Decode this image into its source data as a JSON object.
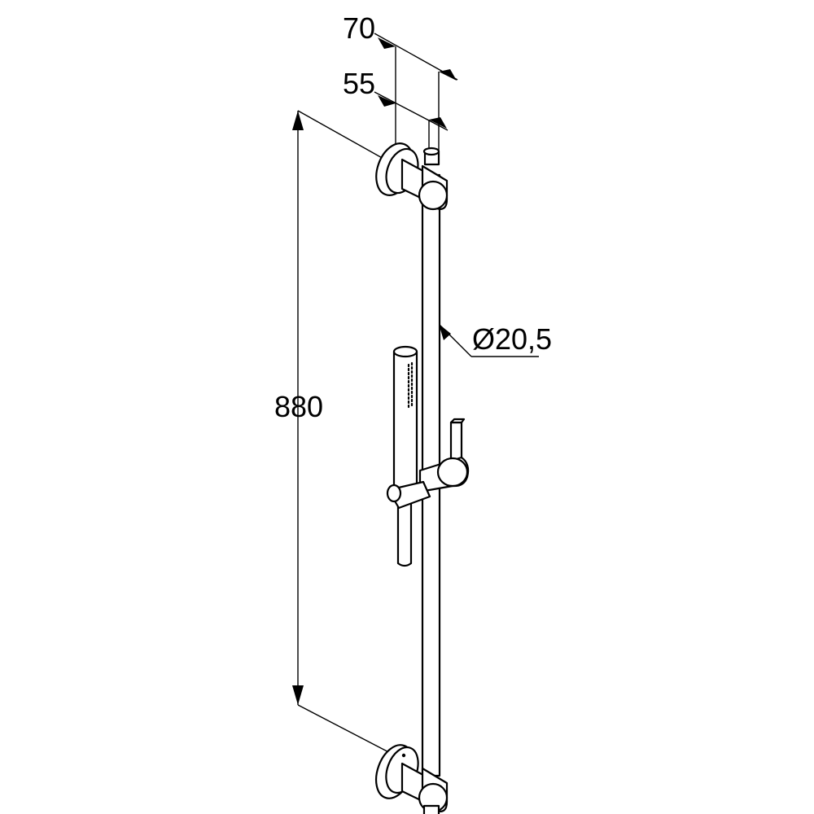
{
  "drawing": {
    "dimensions": {
      "width_outer": "70",
      "width_inner": "55",
      "height": "880",
      "rail_diameter": "Ø20,5"
    },
    "colors": {
      "line": "#000000",
      "background": "#ffffff"
    }
  }
}
